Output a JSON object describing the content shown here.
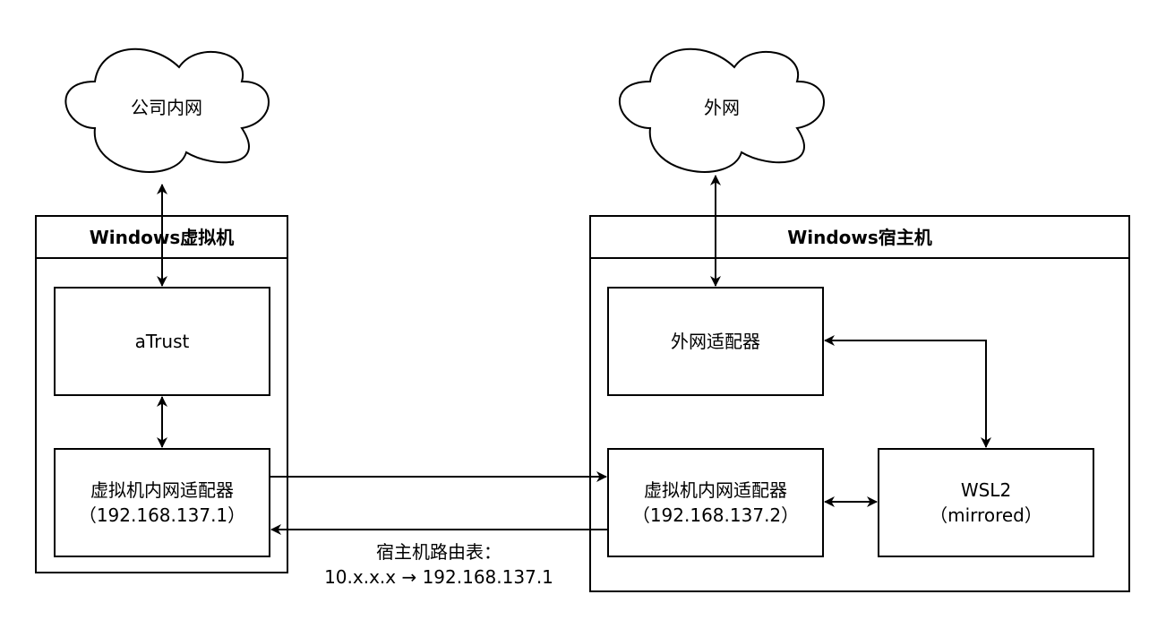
{
  "clouds": {
    "company_intranet": "公司内网",
    "internet": "外网"
  },
  "vm": {
    "title": "Windows虚拟机",
    "atrust": "aTrust",
    "adapter_name": "虚拟机内网适配器",
    "adapter_ip": "（192.168.137.1）"
  },
  "host": {
    "title": "Windows宿主机",
    "external_adapter": "外网适配器",
    "adapter_name": "虚拟机内网适配器",
    "adapter_ip": "（192.168.137.2）",
    "wsl_name": "WSL2",
    "wsl_mode": "（mirrored）"
  },
  "route": {
    "caption": "宿主机路由表：",
    "rule": "10.x.x.x → 192.168.137.1"
  }
}
